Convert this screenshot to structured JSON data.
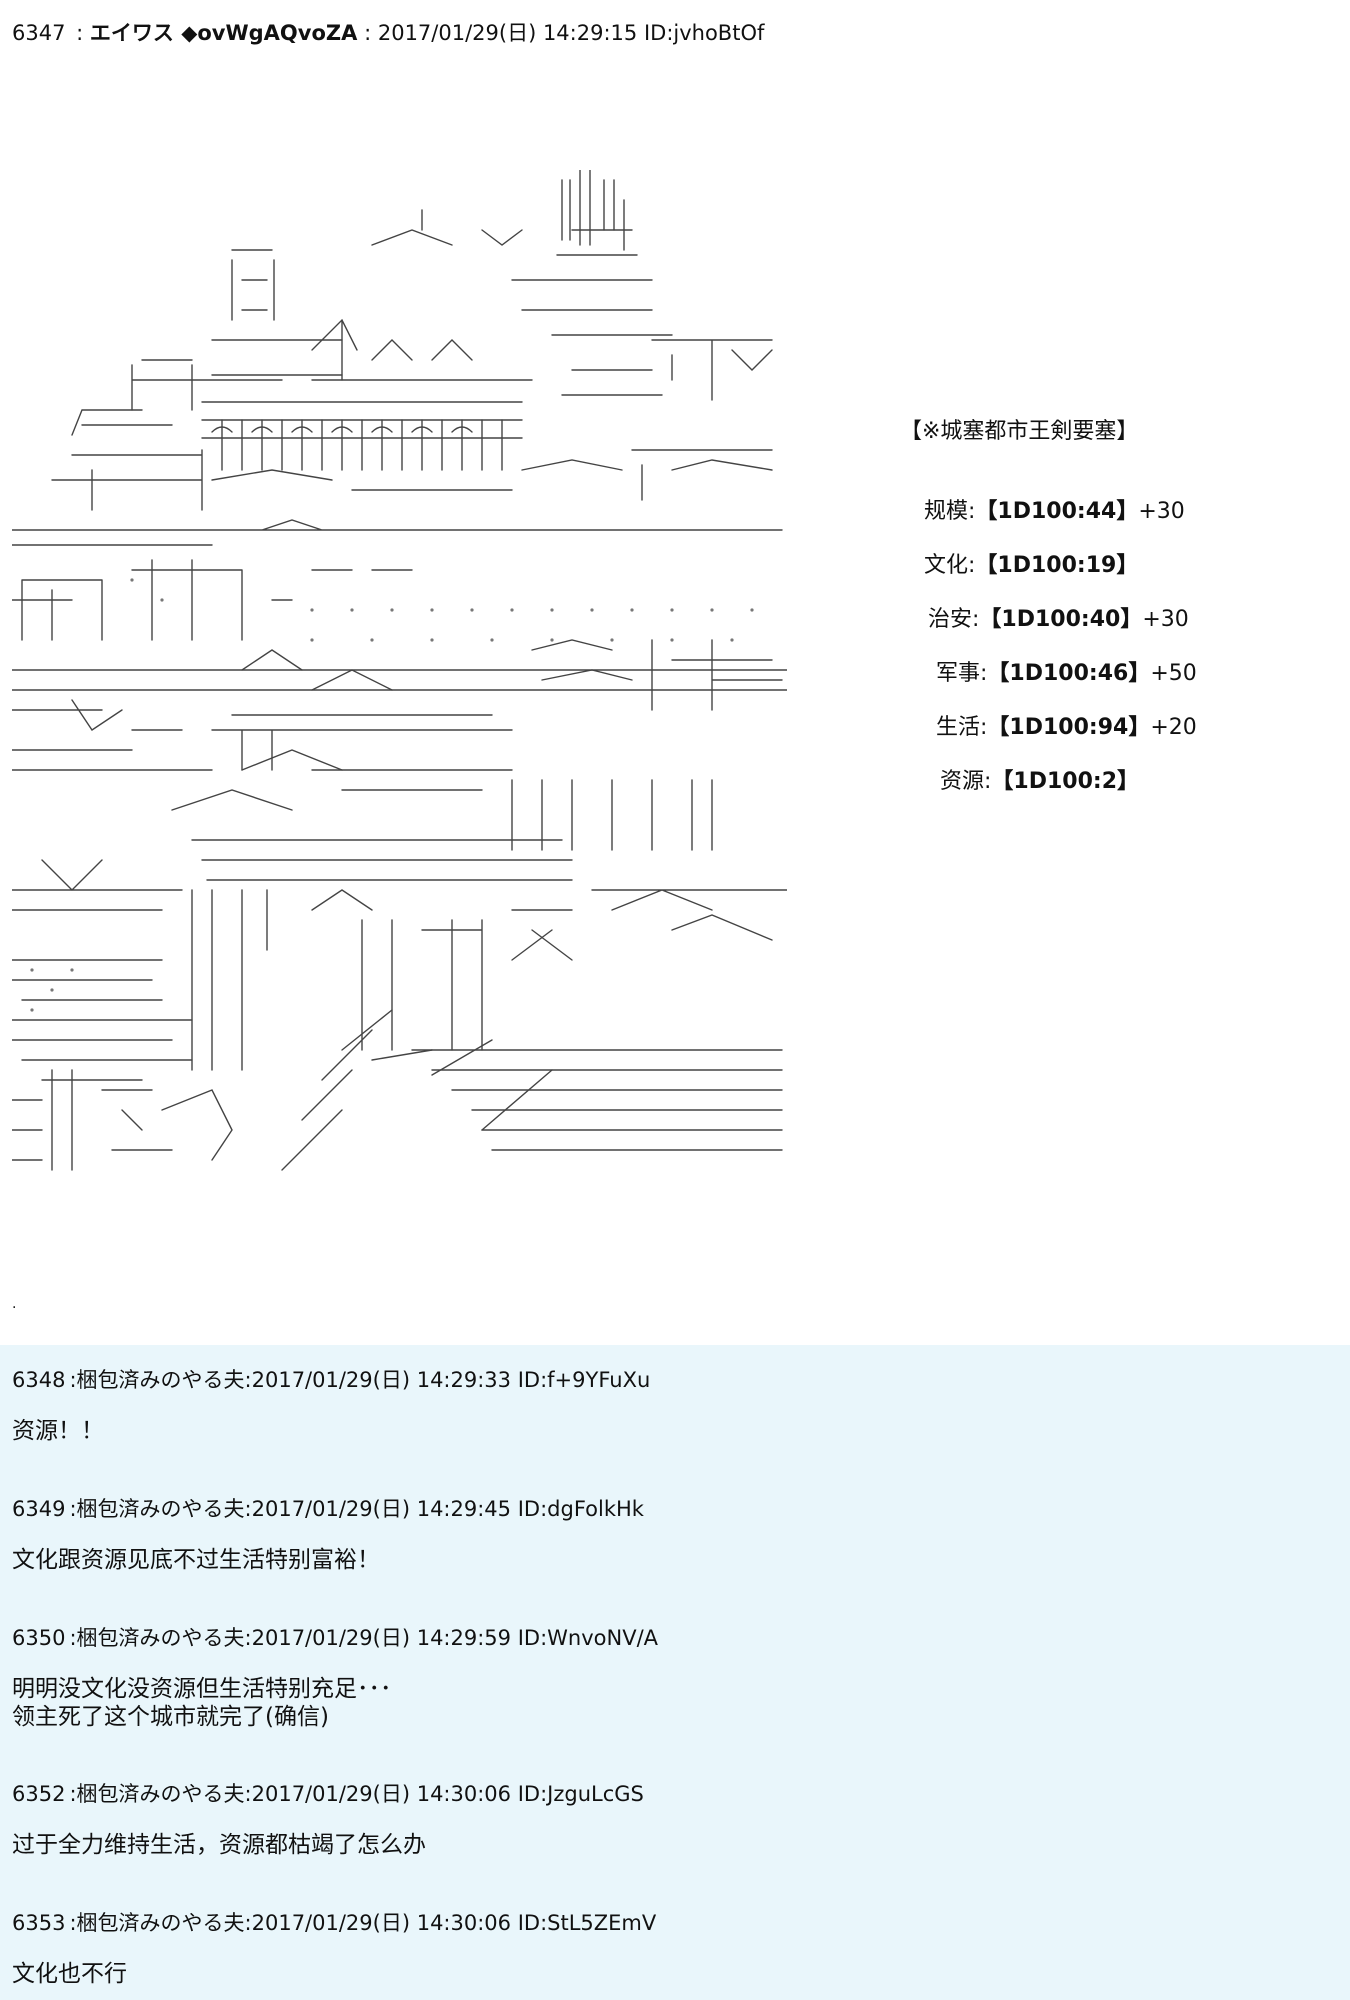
{
  "first_post": {
    "number": "6347",
    "name": "エイワス ◆ovWgAQvoZA",
    "datetime": "2017/01/29(日) 14:29:15",
    "id": "ID:jvhoBtOf"
  },
  "info_panel": {
    "title": "【※城塞都市王剣要塞】",
    "stats": [
      {
        "label": "规模:",
        "roll": "【1D100:44】",
        "bonus": "+30"
      },
      {
        "label": "文化:",
        "roll": "【1D100:19】",
        "bonus": ""
      },
      {
        "label": "治安:",
        "roll": "【1D100:40】",
        "bonus": "+30"
      },
      {
        "label": "军事:",
        "roll": "【1D100:46】",
        "bonus": "+50"
      },
      {
        "label": "生活:",
        "roll": "【1D100:94】",
        "bonus": "+20"
      },
      {
        "label": "资源:",
        "roll": "【1D100:2】",
        "bonus": ""
      }
    ]
  },
  "replies": [
    {
      "number": "6348",
      "name": "梱包済みのやる夫",
      "datetime": "2017/01/29(日) 14:29:33",
      "id": "ID:f+9YFuXu",
      "lines": [
        "资源！！"
      ]
    },
    {
      "number": "6349",
      "name": "梱包済みのやる夫",
      "datetime": "2017/01/29(日) 14:29:45",
      "id": "ID:dgFolkHk",
      "lines": [
        "文化跟资源见底不过生活特别富裕！"
      ]
    },
    {
      "number": "6350",
      "name": "梱包済みのやる夫",
      "datetime": "2017/01/29(日) 14:29:59",
      "id": "ID:WnvoNV/A",
      "lines": [
        "明明没文化没资源但生活特别充足･･･",
        "领主死了这个城市就完了(确信)"
      ]
    },
    {
      "number": "6352",
      "name": "梱包済みのやる夫",
      "datetime": "2017/01/29(日) 14:30:06",
      "id": "ID:JzguLcGS",
      "lines": [
        "过于全力维持生活，资源都枯竭了怎么办"
      ]
    },
    {
      "number": "6353",
      "name": "梱包済みのやる夫",
      "datetime": "2017/01/29(日) 14:30:06",
      "id": "ID:StL5ZEmV",
      "lines": [
        "文化也不行"
      ]
    }
  ]
}
